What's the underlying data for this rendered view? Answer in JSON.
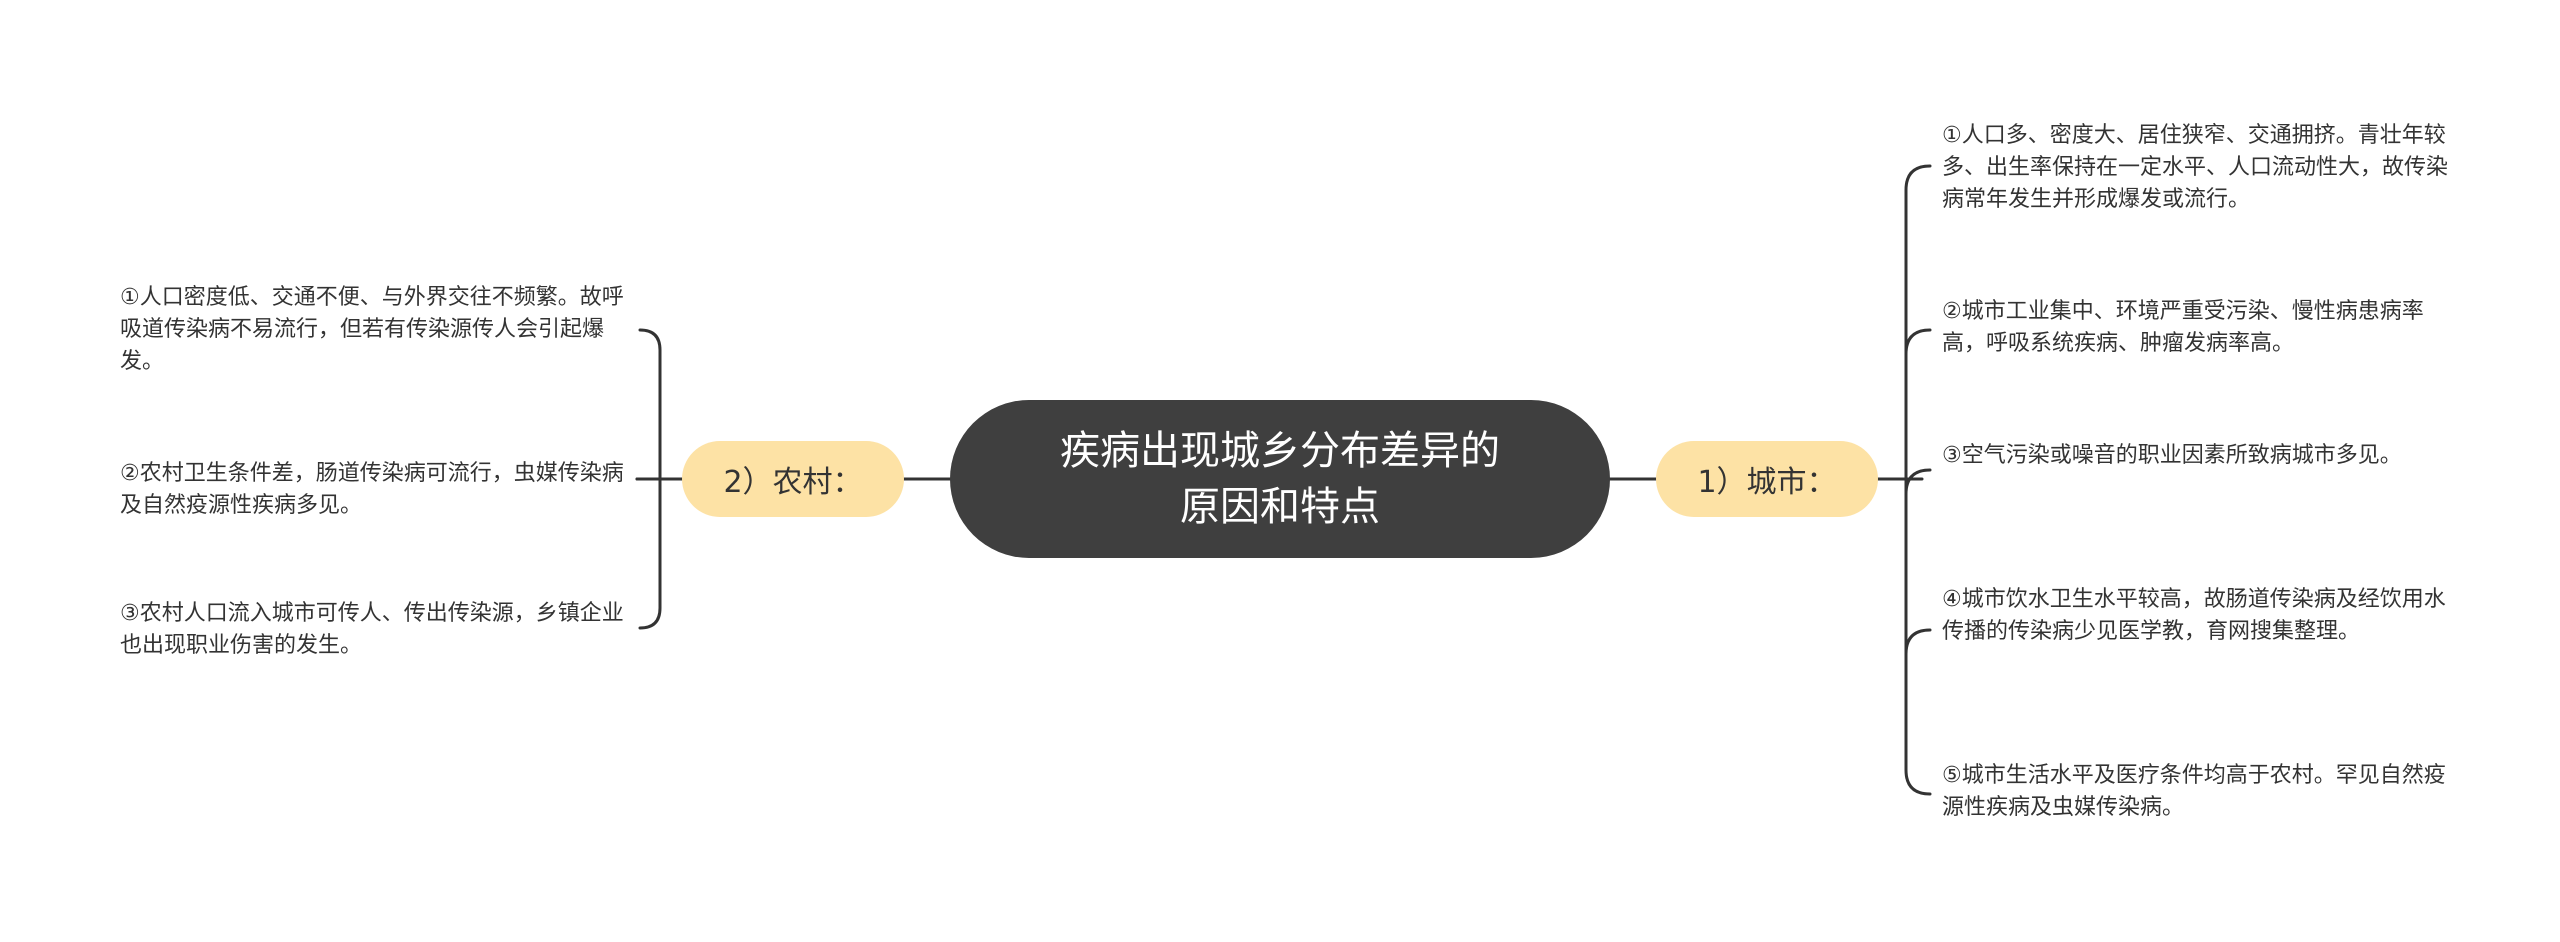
{
  "center": {
    "title_line1": "疾病出现城乡分布差异的",
    "title_line2": "原因和特点"
  },
  "branches": {
    "left": {
      "label": "2）农村：",
      "items": [
        "①人口密度低、交通不便、与外界交往不频繁。故呼吸道传染病不易流行，但若有传染源传人会引起爆发。",
        "②农村卫生条件差，肠道传染病可流行，虫媒传染病及自然疫源性疾病多见。",
        "③农村人口流入城市可传人、传出传染源，乡镇企业也出现职业伤害的发生。"
      ]
    },
    "right": {
      "label": "1）城市：",
      "items": [
        "①人口多、密度大、居住狭窄、交通拥挤。青壮年较多、出生率保持在一定水平、人口流动性大，故传染病常年发生并形成爆发或流行。",
        "②城市工业集中、环境严重受污染、慢性病患病率高，呼吸系统疾病、肿瘤发病率高。",
        "③空气污染或噪音的职业因素所致病城市多见。",
        "④城市饮水卫生水平较高，故肠道传染病及经饮用水传播的传染病少见医学教，育网搜集整理。",
        "⑤城市生活水平及医疗条件均高于农村。罕见自然疫源性疾病及虫媒传染病。"
      ]
    }
  },
  "colors": {
    "center_fill": "#3f3f3f",
    "branch_fill": "#fde2a5",
    "line": "#333333",
    "text": "#333333"
  }
}
